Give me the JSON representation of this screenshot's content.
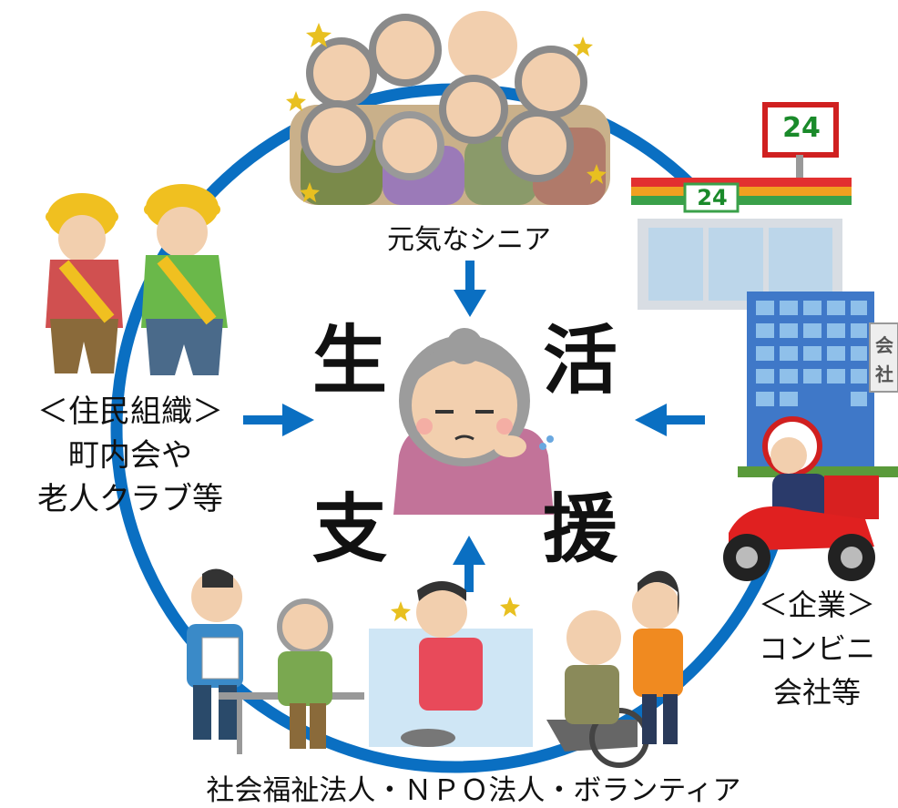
{
  "center": {
    "chars": [
      "生",
      "活",
      "支",
      "援"
    ]
  },
  "nodes": {
    "top": {
      "label": "元気なシニア"
    },
    "left": {
      "lines": [
        "＜住民組織＞",
        "町内会や",
        "老人クラブ等"
      ]
    },
    "right": {
      "lines": [
        "＜企業＞",
        "コンビニ",
        "会社等"
      ]
    },
    "bottom": {
      "label": "社会福祉法人・ＮＰＯ法人・ボランティア"
    }
  },
  "decor": {
    "store_sign": "24",
    "building_sign": [
      "会",
      "社"
    ]
  },
  "icons": [
    "senior-group-illustration",
    "patrol-walkers-illustration",
    "convenience-store-illustration",
    "office-building-illustration",
    "scooter-courier-illustration",
    "elderly-woman-illustration",
    "caregivers-illustration",
    "arrow-icon"
  ],
  "colors": {
    "ring": "#0a6fc2",
    "arrow": "#0a6fc2",
    "text": "#111111"
  }
}
